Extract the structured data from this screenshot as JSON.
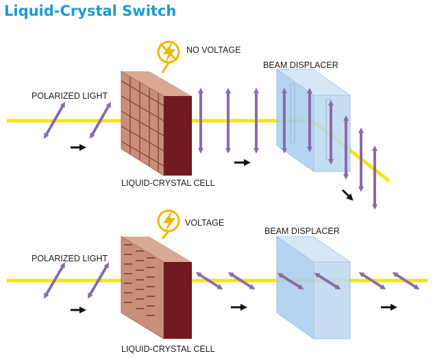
{
  "title": "Liquid-Crystal Switch",
  "top_panel": {
    "input_label": "POLARIZED LIGHT",
    "switch_label": "NO VOLTAGE",
    "cell_label": "LIQUID-CRYSTAL CELL",
    "displacer_label": "BEAM DISPLACER"
  },
  "bottom_panel": {
    "input_label": "POLARIZED LIGHT",
    "switch_label": "VOLTAGE",
    "cell_label": "LIQUID-CRYSTAL CELL",
    "displacer_label": "BEAM DISPLACER"
  },
  "colors": {
    "title": "#1a9ad6",
    "beam": "#f5e31a",
    "polarization": "#8a6aa8",
    "cell_front": "#6e1a1e",
    "cell_side": "#c98f7a",
    "displacer": "#a9cdef",
    "bolt": "#f2b600"
  }
}
